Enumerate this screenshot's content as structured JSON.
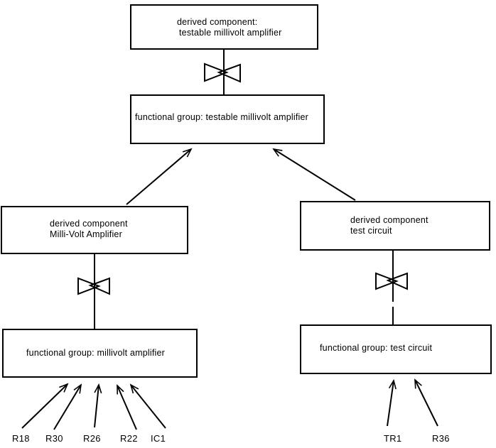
{
  "diagram": {
    "nodes": {
      "top_derived": {
        "line1": "derived component:",
        "line2": "testable millivolt amplifier"
      },
      "mid_functional": {
        "label": "functional group: testable millivolt amplifier"
      },
      "left_derived": {
        "line1": "derived component",
        "line2": "Milli-Volt Amplifier"
      },
      "right_derived": {
        "line1": "derived component",
        "line2": "test circuit"
      },
      "left_functional": {
        "label": "functional group: millivolt amplifier"
      },
      "right_functional": {
        "label": "functional group: test circuit"
      }
    },
    "leaves_left": [
      "R18",
      "R30",
      "R26",
      "R22",
      "IC1"
    ],
    "leaves_right": [
      "TR1",
      "R36"
    ],
    "colors": {
      "line": "#000000",
      "background": "#ffffff",
      "box_fill": "#ffffff"
    }
  }
}
